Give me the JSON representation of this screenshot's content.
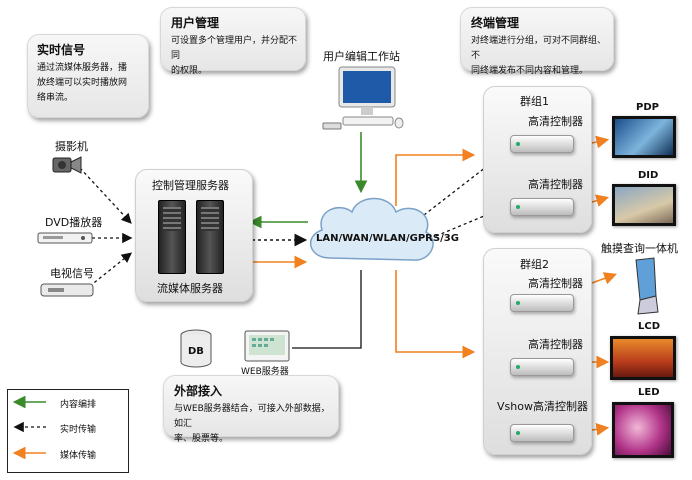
{
  "notes": {
    "live": {
      "title": "实时信号",
      "text": [
        "通过流媒体服务器，播",
        "放终端可以实时播放网",
        "络串流。"
      ]
    },
    "user": {
      "title": "用户管理",
      "text": [
        "可设置多个管理用户，并分配不同",
        "的权限。"
      ]
    },
    "terminal": {
      "title": "终端管理",
      "text": [
        "对终端进行分组，可对不同群组、不",
        "同终端发布不同内容和管理。"
      ]
    },
    "external": {
      "title": "外部接入",
      "text": [
        "与WEB服务器结合，可接入外部数据，如汇",
        "率、股票等。"
      ]
    }
  },
  "sources": {
    "camera": "摄影机",
    "dvd": "DVD播放器",
    "tv": "电视信号"
  },
  "server": {
    "top": "控制管理服务器",
    "bottom": "流媒体服务器"
  },
  "workstation": "用户编辑工作站",
  "network": "LAN/WAN/WLAN/GPRS/3G",
  "db": "DB",
  "web": "WEB服务器",
  "group1": {
    "title": "群组1",
    "controllers": [
      "高清控制器",
      "高清控制器"
    ]
  },
  "group2": {
    "title": "群组2",
    "controllers": [
      "高清控制器",
      "高清控制器",
      "Vshow高清控制器"
    ]
  },
  "displays": {
    "pdp": "PDP",
    "did": "DID",
    "kiosk": "触摸查询一体机",
    "lcd": "LCD",
    "led": "LED"
  },
  "legend": {
    "content": "内容编排",
    "realtime": "实时传输",
    "media": "媒体传输"
  },
  "colors": {
    "content": "#3a8a2a",
    "realtime": "#111111",
    "media": "#f08020",
    "cloud": "#dbeaf7"
  }
}
